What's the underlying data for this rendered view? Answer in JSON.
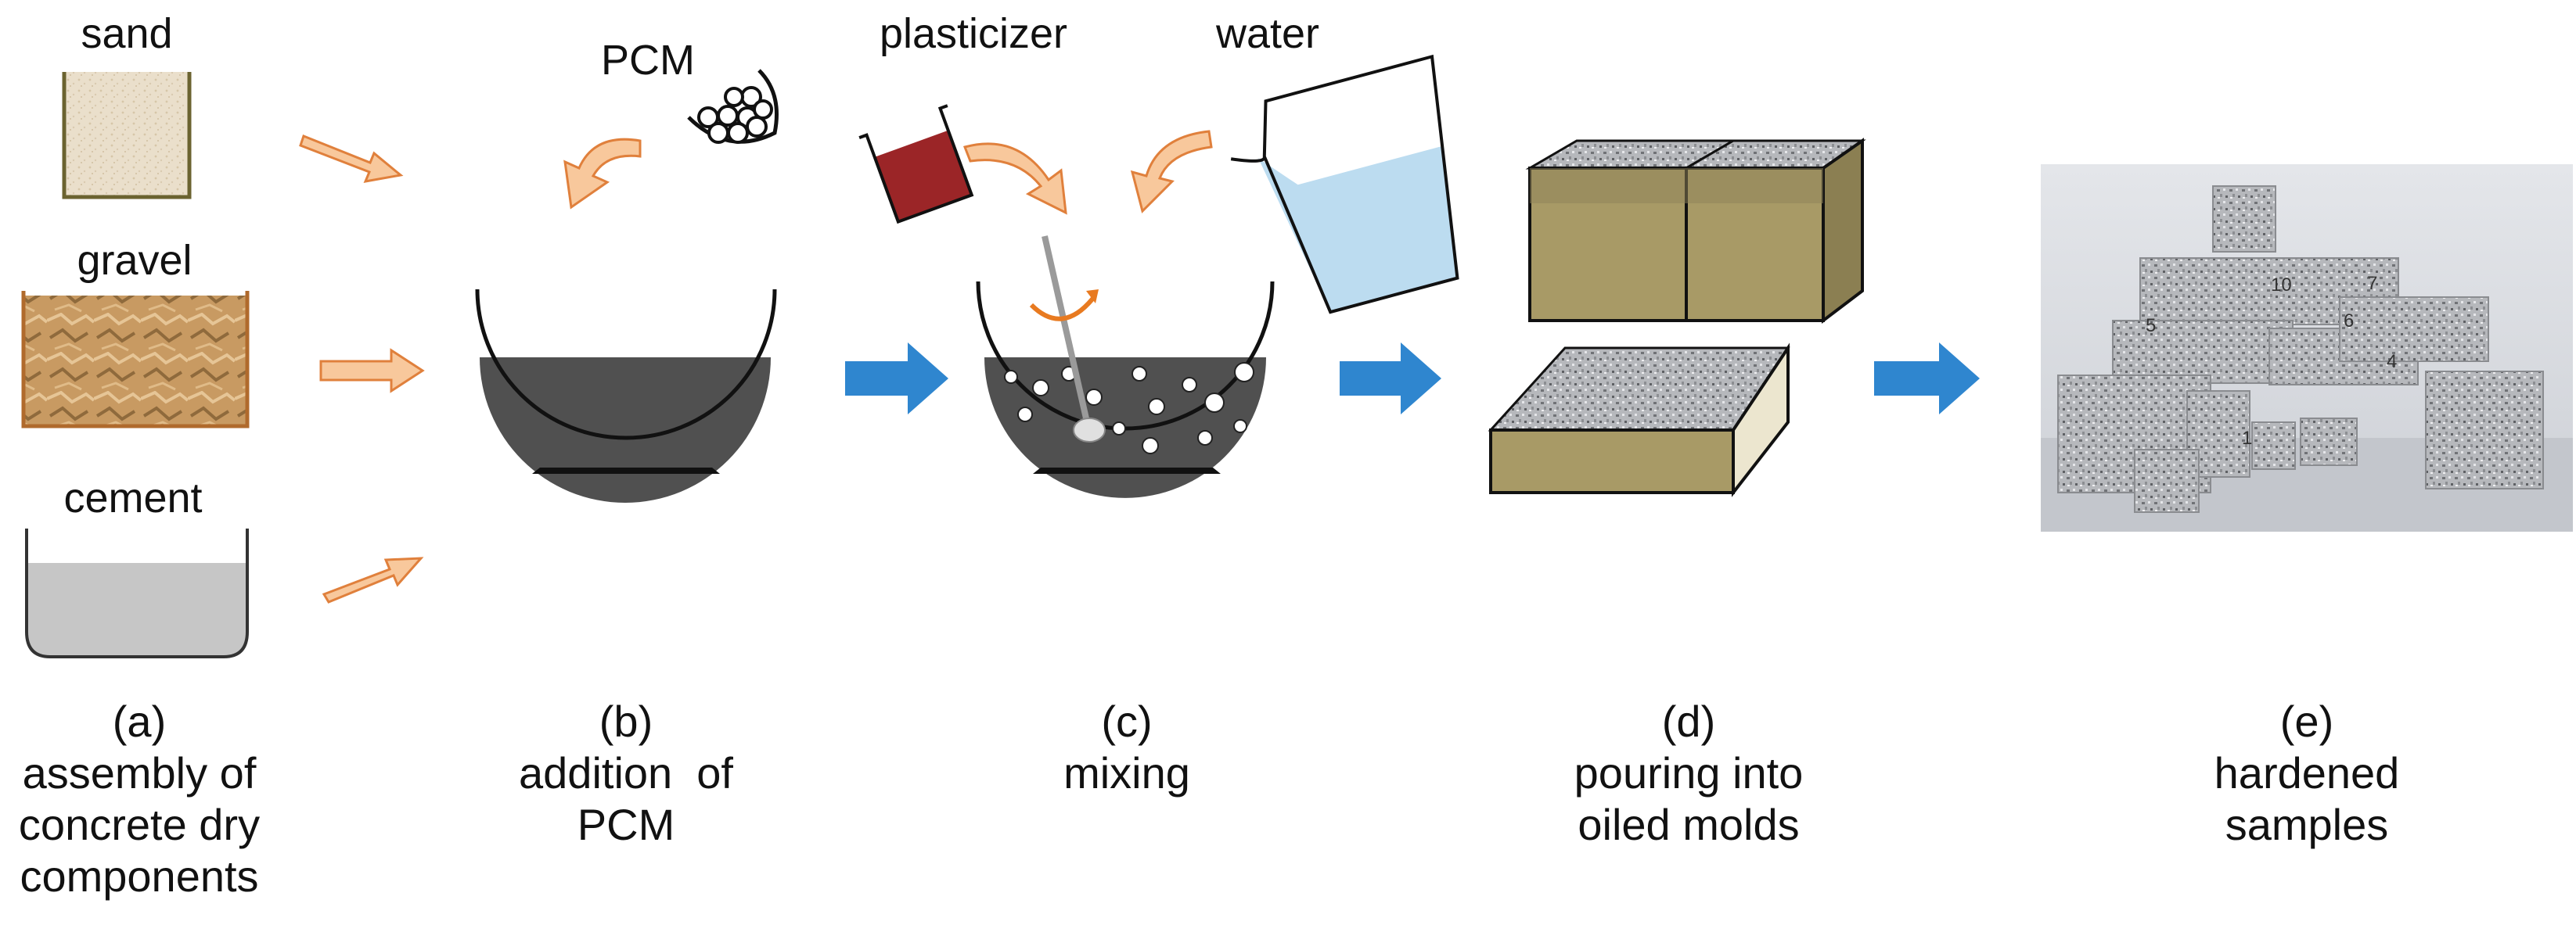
{
  "materials": {
    "sand": "sand",
    "gravel": "gravel",
    "cement": "cement",
    "pcm": "PCM",
    "plasticizer": "plasticizer",
    "water": "water"
  },
  "steps": [
    {
      "letter": "(a)",
      "lines": [
        "assembly of",
        "concrete dry",
        "components"
      ]
    },
    {
      "letter": "(b)",
      "lines": [
        "addition  of",
        "PCM"
      ]
    },
    {
      "letter": "(c)",
      "lines": [
        "mixing"
      ]
    },
    {
      "letter": "(d)",
      "lines": [
        "pouring into",
        "oiled molds"
      ]
    },
    {
      "letter": "(e)",
      "lines": [
        "hardened",
        "samples"
      ]
    }
  ],
  "sample_numbers": [
    "1",
    "4",
    "5",
    "6",
    "7",
    "10"
  ],
  "colors": {
    "orange_arrow_fill": "#f8c89c",
    "orange_arrow_stroke": "#e0803c",
    "blue_arrow": "#2f86cf",
    "bowl_fill": "#505050",
    "sand": "#e8dcc8",
    "gravel": "#c89a62",
    "cement": "#c6c6c6",
    "plasticizer": "#9b2527",
    "water": "#bcdcf0",
    "mold": "#a89a66",
    "mixing_arrow": "#e87a20"
  }
}
